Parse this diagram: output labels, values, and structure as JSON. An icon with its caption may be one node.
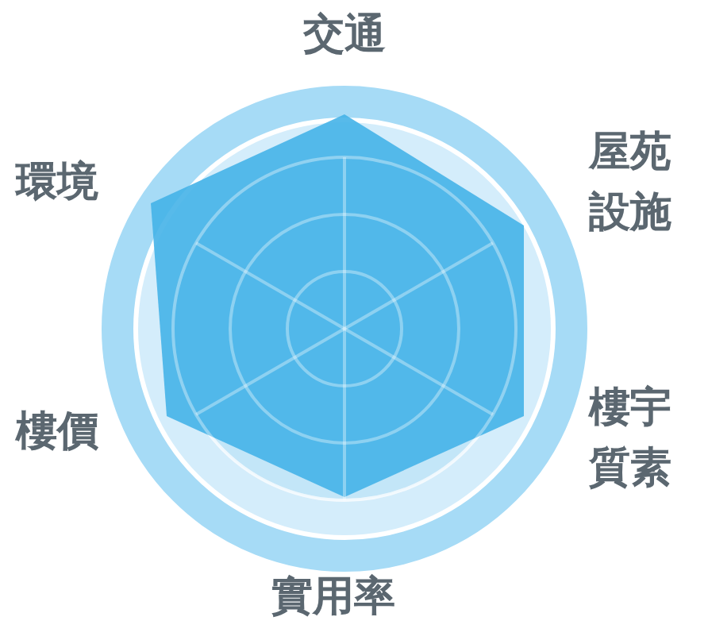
{
  "diagram": {
    "labels": [
      "交通",
      "屋苑設施",
      "樓宇質素",
      "實用率",
      "樓價",
      "環境"
    ]
  }
}
